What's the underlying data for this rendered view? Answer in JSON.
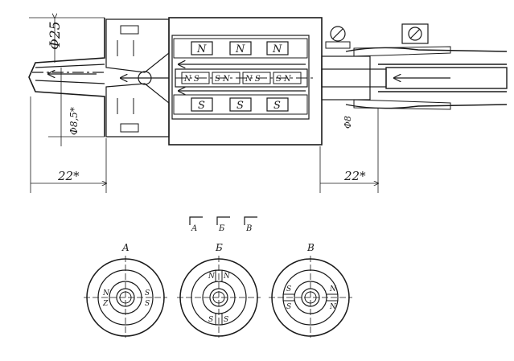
{
  "dimensions": {
    "outer_diameter": "Φ25",
    "inner_diameter": "Φ8,5*",
    "tube_diameter": "Φ8",
    "left_length": "22*",
    "right_length": "22*"
  },
  "magnets": {
    "top_row": [
      "N",
      "N",
      "N"
    ],
    "bottom_row": [
      "S",
      "S",
      "S"
    ],
    "core_row": [
      "N S",
      "S N",
      "N S",
      "S N"
    ]
  },
  "section_marks": [
    "A",
    "Б",
    "В"
  ],
  "sections": [
    {
      "title": "A",
      "left_top": "N",
      "left_bottom": "Z",
      "right_top": "S",
      "right_bottom": "S"
    },
    {
      "title": "Б",
      "top_left": "N",
      "top_right": "N",
      "bottom_left": "S",
      "bottom_right": "S"
    },
    {
      "title": "В",
      "left_top": "S",
      "left_bottom": "S",
      "right_top": "N",
      "right_bottom": "N"
    }
  ],
  "colors": {
    "ink": "#1a1a1a",
    "paper": "#ffffff"
  }
}
